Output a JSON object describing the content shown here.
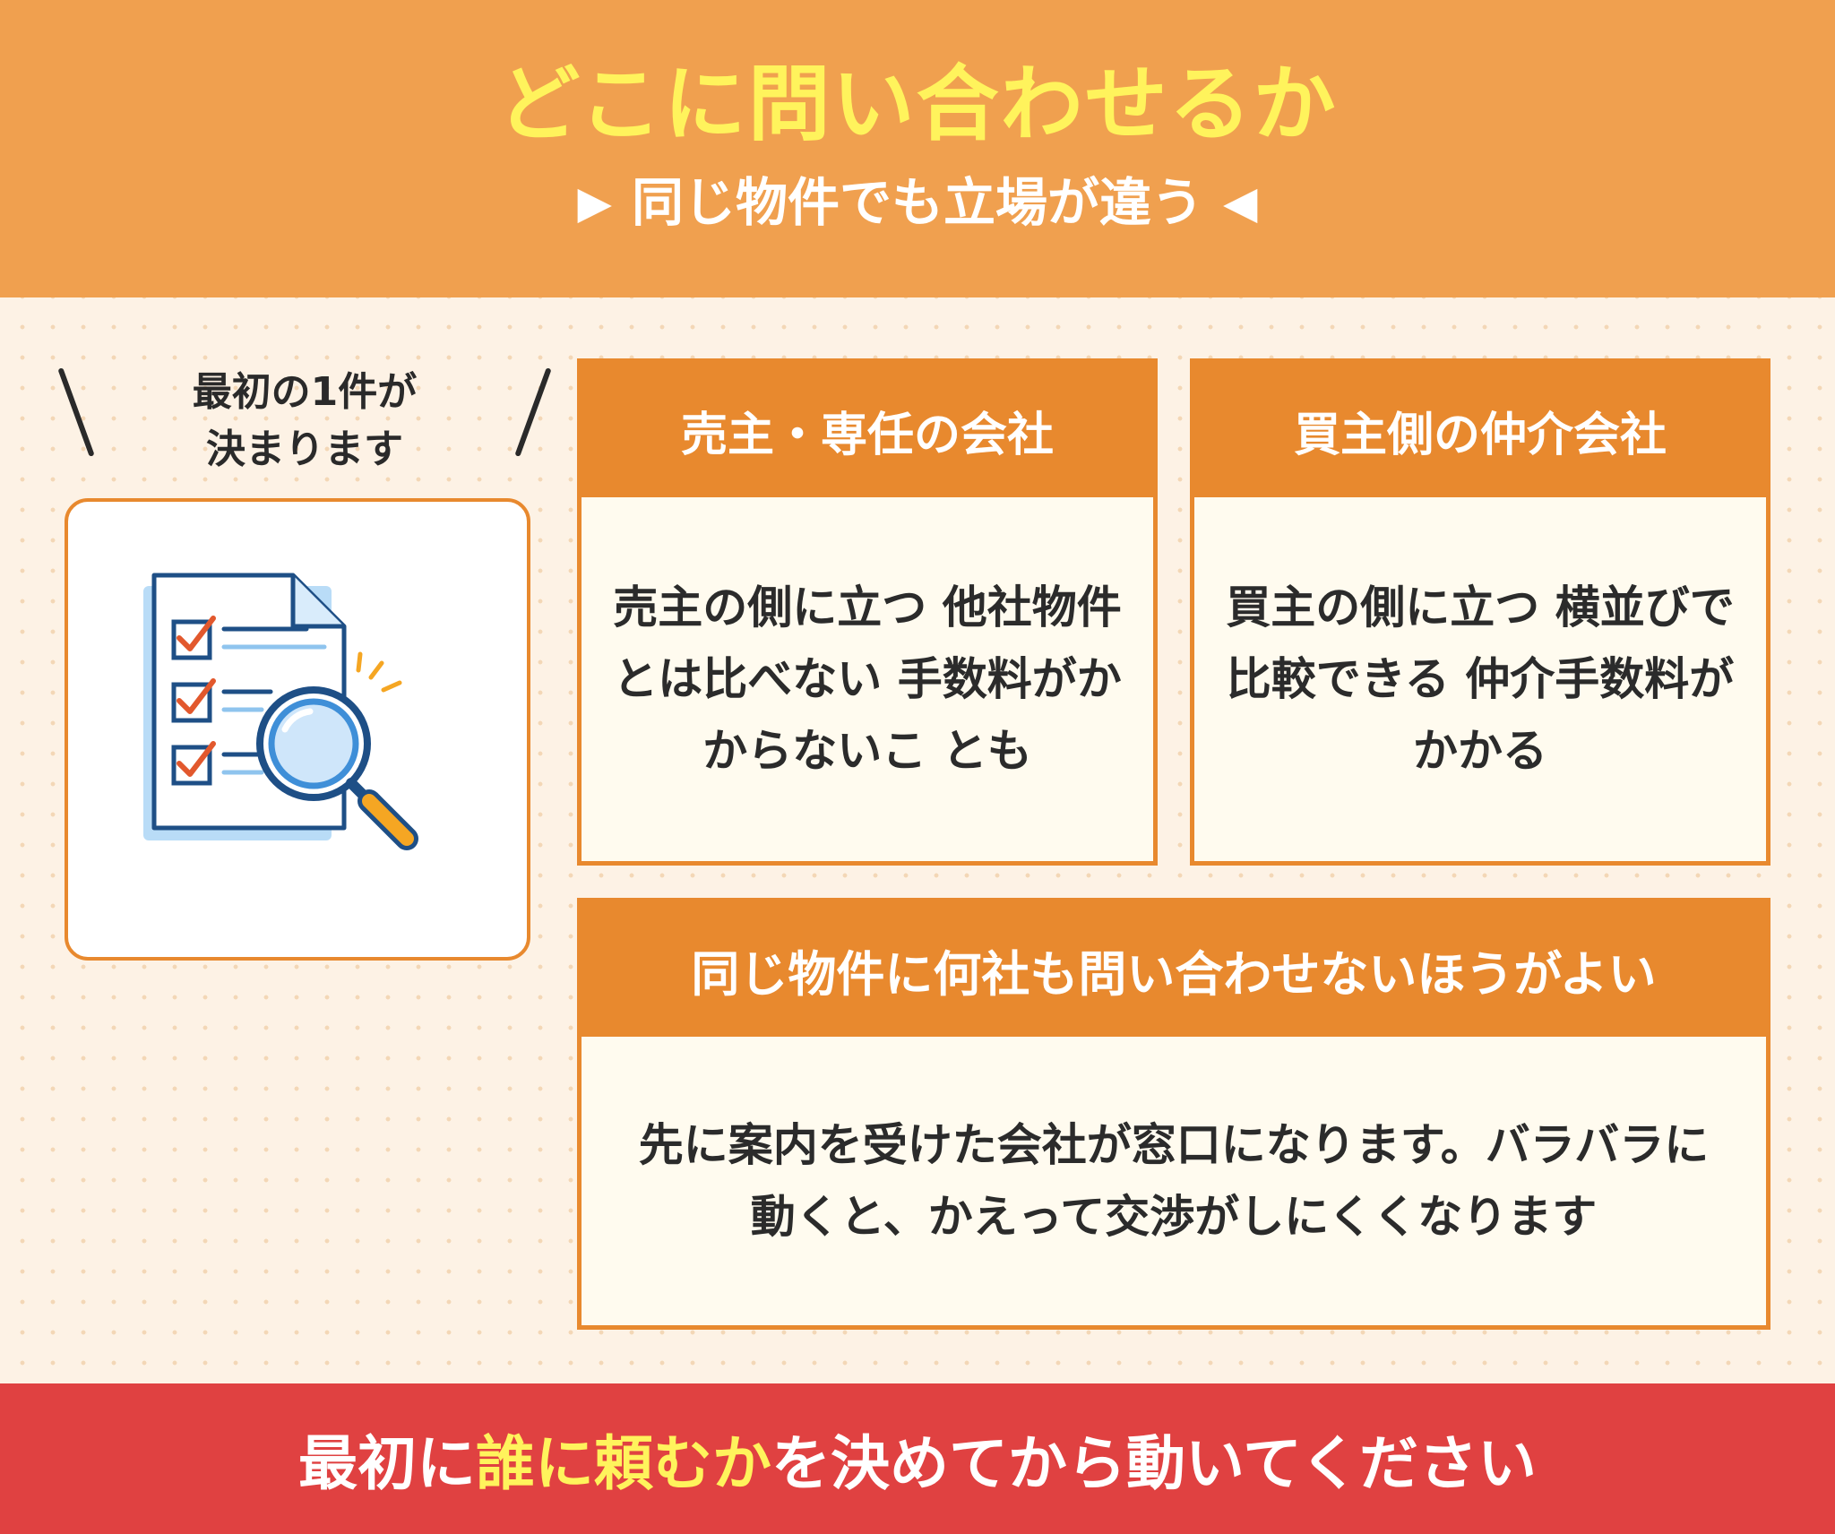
{
  "header": {
    "title": "どこに問い合わせるか",
    "subtitle_left_marker": "▶",
    "subtitle": "同じ物件でも立場が違う",
    "subtitle_right_marker": "◀"
  },
  "caption": {
    "line1": "最初の1件が",
    "line2": "決まります"
  },
  "illustration": {
    "icon": "checklist-magnifier-icon"
  },
  "cards": {
    "seller": {
      "title": "売主・専任の会社",
      "body": "売主の側に立つ 他社物件とは比べない 手数料がかからないこ とも"
    },
    "buyer": {
      "title": "買主側の仲介会社",
      "body": "買主の側に立つ 横並びで比較できる 仲介手数料がかかる"
    },
    "note": {
      "title": "同じ物件に何社も問い合わせないほうがよい",
      "body": "先に案内を受けた会社が窓口になります。バラバラに動くと、かえって交渉がしにくくなります"
    }
  },
  "footer": {
    "part1": "最初に",
    "highlight": "誰に頼むか",
    "part2": "を決めてから動いてください"
  },
  "colors": {
    "header_bg": "#f0a04f",
    "accent_orange": "#e8892e",
    "title_yellow": "#fff35c",
    "footer_red": "#e04141",
    "card_bg": "#fffbef",
    "page_bg": "#fdf2e5"
  }
}
